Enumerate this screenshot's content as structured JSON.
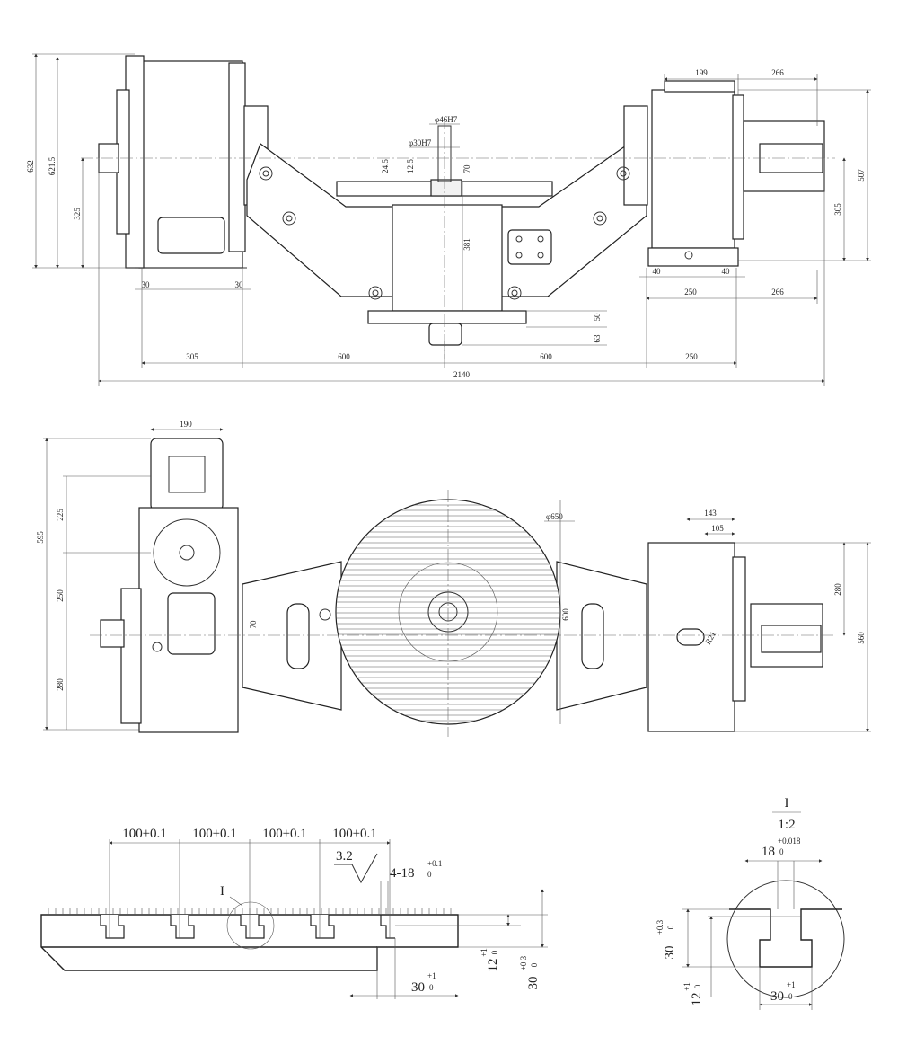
{
  "front_view": {
    "height_dims": [
      "632",
      "621.5",
      "325"
    ],
    "offset_dims": [
      "30",
      "30"
    ],
    "bottom_dims": [
      "305",
      "600",
      "600",
      "250"
    ],
    "overall_width": "2140",
    "top_right_dims": [
      "199",
      "266"
    ],
    "right_height_dims": [
      "507",
      "305"
    ],
    "foot_dims": [
      "40",
      "40"
    ],
    "lower_right_dims": [
      "250",
      "266"
    ],
    "center_fits": [
      "φ46H7",
      "φ30H7"
    ],
    "center_dims": [
      "24.5",
      "12.5",
      "70"
    ],
    "pillar_height": "381",
    "base_dims": [
      "50",
      "63"
    ]
  },
  "top_view": {
    "motor_width": "190",
    "left_height_dims": [
      "595",
      "225",
      "250",
      "280"
    ],
    "table_diameter": "φ650",
    "table_height": "600",
    "arm_dim": "70",
    "right_top_dims": [
      "143",
      "105"
    ],
    "right_height_dims": [
      "280",
      "560"
    ],
    "right_small_label": "R21"
  },
  "slot_section": {
    "pitch_labels": [
      "100±0.1",
      "100±0.1",
      "100±0.1",
      "100±0.1"
    ],
    "roughness": "3.2",
    "slot_width": "4-18",
    "slot_width_tol": "+0.1",
    "slot_width_tol_low": "0",
    "detail_marker": "I",
    "vertical_dims": [
      {
        "base": "12",
        "upper": "+1",
        "lower": "0"
      },
      {
        "base": "30",
        "upper": "+0.3",
        "lower": "0"
      }
    ],
    "bottom_dim": {
      "base": "30",
      "upper": "+1",
      "lower": "0"
    }
  },
  "detail": {
    "title": "I",
    "scale": "1:2",
    "top_dim": {
      "base": "18",
      "upper": "+0.018",
      "lower": "0"
    },
    "left_dim_upper": {
      "base": "30",
      "upper": "+0.3",
      "lower": "0"
    },
    "left_dim_lower": {
      "base": "12",
      "upper": "+1",
      "lower": "0"
    },
    "bottom_dim": {
      "base": "30",
      "upper": "+1",
      "lower": "0"
    }
  }
}
